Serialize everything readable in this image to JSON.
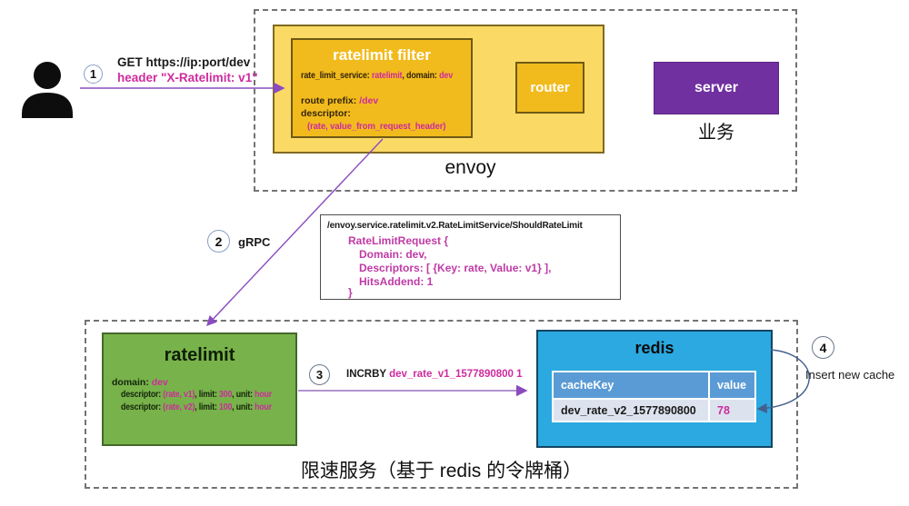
{
  "colors": {
    "magenta_text": "#cf2b9e",
    "arrow_purple": "#8a4bbe",
    "arrow_steel_blue": "#44608f",
    "gold_light": "#fbd965",
    "gold_dark": "#f2bb1d",
    "green": "#78b24a",
    "redis_blue": "#2ba9e0",
    "table_header_blue": "#5b9bd5",
    "table_row_bg": "#dde3ee",
    "server_purple": "#7030a0"
  },
  "step1": {
    "number": "1",
    "request_line": "GET  https://ip:port/dev",
    "header_line": "header \"X-Ratelimit: v1\""
  },
  "envoy": {
    "label": "envoy",
    "router_label": "router",
    "filter": {
      "title": "ratelimit filter",
      "line1": [
        {
          "t": "rate_limit_service: ",
          "c": "d"
        },
        {
          "t": "ratelimit",
          "c": "m"
        },
        {
          "t": ", domain: ",
          "c": "d"
        },
        {
          "t": "dev",
          "c": "m"
        }
      ],
      "line2": [
        {
          "t": "route prefix: ",
          "c": "d"
        },
        {
          "t": "/dev",
          "c": "m"
        }
      ],
      "line3": [
        {
          "t": "descriptor:",
          "c": "d"
        }
      ],
      "line4": [
        {
          "t": "(rate,  value_from_request_header)",
          "c": "m"
        }
      ]
    }
  },
  "server": {
    "label": "server",
    "caption": "业务"
  },
  "step2": {
    "number": "2",
    "label": "gRPC"
  },
  "grpc_box": {
    "path_line": "/envoy.service.ratelimit.v2.RateLimitService/ShouldRateLimit",
    "body_lines": [
      "RateLimitRequest {",
      "Domain: dev,",
      "Descriptors: [ {Key: rate, Value: v1} ],",
      "HitsAddend: 1",
      "}"
    ]
  },
  "ratelimit_service": {
    "title": "ratelimit",
    "domain_line": [
      {
        "t": "domain: ",
        "c": "d"
      },
      {
        "t": "dev",
        "c": "m"
      }
    ],
    "descriptor_line1": [
      {
        "t": "descriptor: ",
        "c": "d"
      },
      {
        "t": "(rate, v1)",
        "c": "m"
      },
      {
        "t": ", limit: ",
        "c": "d"
      },
      {
        "t": "300",
        "c": "m"
      },
      {
        "t": ", unit: ",
        "c": "d"
      },
      {
        "t": "hour",
        "c": "m"
      }
    ],
    "descriptor_line2": [
      {
        "t": "descriptor: ",
        "c": "d"
      },
      {
        "t": "(rate, v2)",
        "c": "m"
      },
      {
        "t": ", limit: ",
        "c": "d"
      },
      {
        "t": "100",
        "c": "m"
      },
      {
        "t": ", unit: ",
        "c": "d"
      },
      {
        "t": "hour",
        "c": "m"
      }
    ]
  },
  "step3": {
    "number": "3",
    "command": [
      {
        "t": "INCRBY  ",
        "c": "d"
      },
      {
        "t": "dev_rate_v1_1577890800 1",
        "c": "m"
      }
    ]
  },
  "redis": {
    "title": "redis",
    "table": {
      "headers": [
        "cacheKey",
        "value"
      ],
      "rows": [
        [
          "dev_rate_v2_1577890800",
          "78"
        ]
      ]
    }
  },
  "step4": {
    "number": "4",
    "label": "Insert new cache"
  },
  "bottom_caption": "限速服务（基于 redis 的令牌桶）"
}
